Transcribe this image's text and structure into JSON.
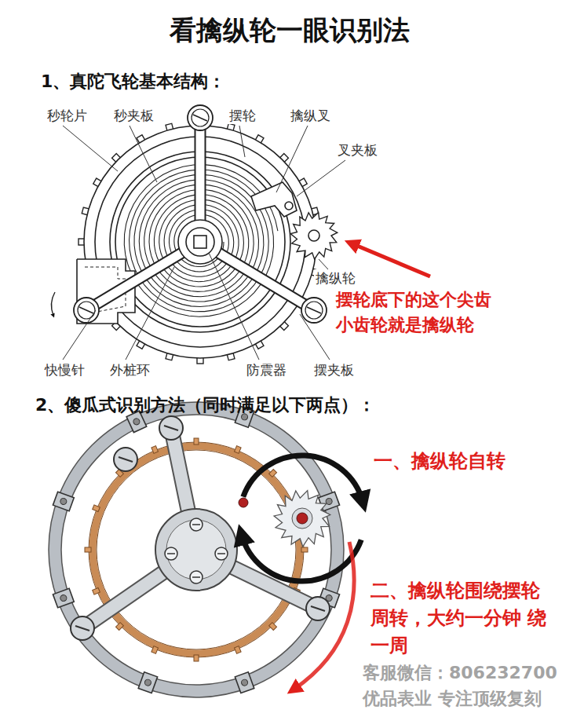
{
  "diagram": {
    "title": "看擒纵轮一眼识别法",
    "labels": [
      "1、真陀飞轮基本结构：",
      "秒轮片",
      "秒夹板",
      "摆轮",
      "擒纵叉",
      "叉夹板",
      "擒纵轮",
      "摆轮底下的这个尖齿 小齿轮就是擒纵轮",
      "快慢针",
      "外桩环",
      "防震器",
      "摆夹板",
      "2、傻瓜式识别方法（同时满足以下两点）：",
      "一、擒纵轮自转",
      "二、擒纵轮围绕摆轮 周转，大约一分钟 绕一周",
      "客服微信：806232700",
      "优品表业 专注顶级复刻"
    ]
  }
}
